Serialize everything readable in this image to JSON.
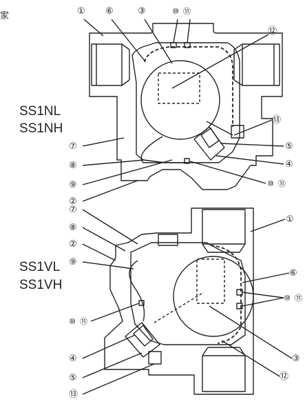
{
  "corner_text": "家",
  "diagrams": [
    {
      "models": [
        "SS1NL",
        "SS1NH"
      ]
    },
    {
      "models": [
        "SS1VL",
        "SS1VH"
      ]
    }
  ],
  "callouts": {
    "n1": "①",
    "n2": "②",
    "n3": "③",
    "n4": "④",
    "n5": "⑤",
    "n6": "⑥",
    "n7": "⑦",
    "n8": "⑧",
    "n9": "⑨",
    "n10": "⑩",
    "n11": "⑪",
    "n12": "⑫",
    "n13": "⑬"
  },
  "colors": {
    "line": "#222222",
    "background": "#ffffff"
  }
}
